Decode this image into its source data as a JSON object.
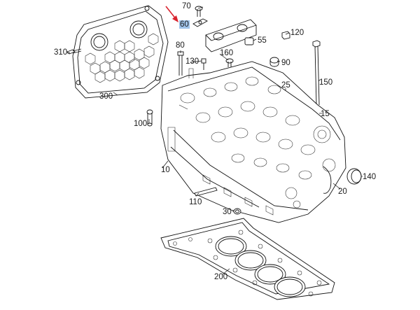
{
  "diagram": {
    "highlighted_part": "60",
    "highlight_color": "#9fc3ea",
    "arrow_color": "#d9232e",
    "parts": [
      {
        "id": "p70",
        "label": "70"
      },
      {
        "id": "p60",
        "label": "60"
      },
      {
        "id": "p55",
        "label": "55"
      },
      {
        "id": "p120",
        "label": "120"
      },
      {
        "id": "p310",
        "label": "310"
      },
      {
        "id": "p80",
        "label": "80"
      },
      {
        "id": "p160",
        "label": "160"
      },
      {
        "id": "p130",
        "label": "130"
      },
      {
        "id": "p90",
        "label": "90"
      },
      {
        "id": "p300",
        "label": "300"
      },
      {
        "id": "p150",
        "label": "150"
      },
      {
        "id": "p25",
        "label": "25"
      },
      {
        "id": "p15",
        "label": "15"
      },
      {
        "id": "p100",
        "label": "100"
      },
      {
        "id": "p10",
        "label": "10"
      },
      {
        "id": "p140",
        "label": "140"
      },
      {
        "id": "p20",
        "label": "20"
      },
      {
        "id": "p110",
        "label": "110"
      },
      {
        "id": "p30",
        "label": "30"
      },
      {
        "id": "p200",
        "label": "200"
      }
    ]
  }
}
